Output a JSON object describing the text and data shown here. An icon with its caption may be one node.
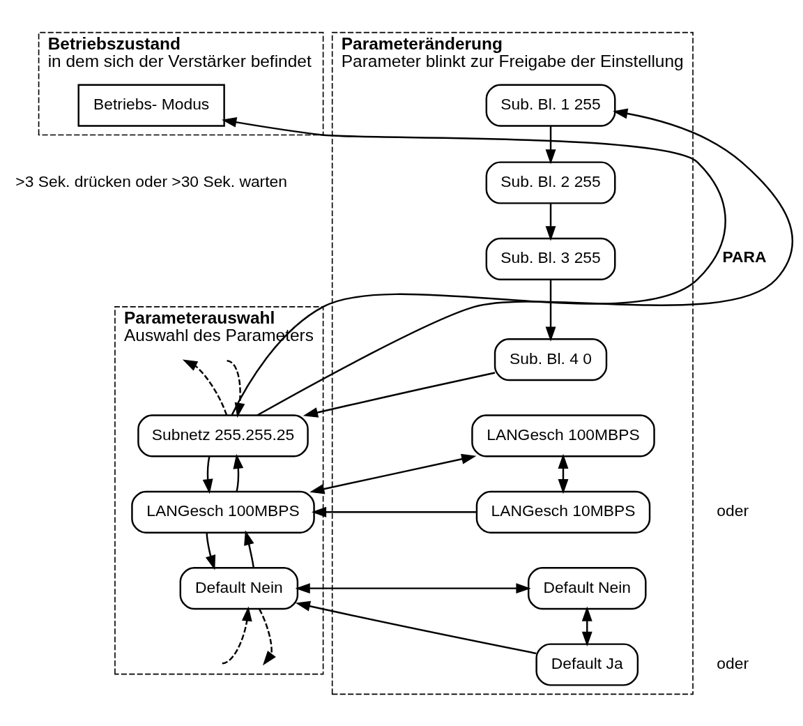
{
  "diagram": {
    "nodes": [
      {
        "text": [
          "Betriebszustand",
          "in dem sich der Verstärker befindet"
        ]
      },
      {
        "text": [
          "Parameterauswahl",
          "Auswahl des Parameters"
        ]
      },
      {
        "text": [
          "Parameteränderung",
          "Parameter blinkt zur Freigabe der Einstellung"
        ]
      },
      {
        "text": [
          "Betriebs- Modus"
        ],
        "in": 0
      },
      {
        "text": [
          "Subnetz 255.255.25"
        ],
        "in": 1
      },
      {
        "text": [
          "LANGesch 100MBPS"
        ],
        "in": 1
      },
      {
        "text": [
          "Default Nein"
        ],
        "in": 1
      },
      {
        "text": [
          "Sub. Bl. 1 255"
        ],
        "in": 2
      },
      {
        "text": [
          "Sub. Bl. 2 255"
        ],
        "in": 2
      },
      {
        "text": [
          "Sub. Bl. 3 255"
        ],
        "in": 2
      },
      {
        "text": [
          "Sub. Bl. 4 0"
        ],
        "in": 2
      },
      {
        "text": [
          "LANGesch 100MBPS"
        ],
        "in": 2
      },
      {
        "text": [
          "LANGesch 10MBPS"
        ],
        "in": 2
      },
      {
        "text": [
          "Default Nein"
        ],
        "in": 2
      },
      {
        "text": [
          "Default Ja"
        ],
        "in": 2
      }
    ],
    "edges": [
      {
        "from": 4,
        "to": 3,
        "arrow": "to",
        "label": "PARA"
      },
      {
        "from": 4,
        "to": null,
        "arrow": "to",
        "style": "dashed"
      },
      {
        "from": null,
        "to": 4,
        "arrow": "to",
        "style": "dashed"
      },
      {
        "from": 4,
        "to": 7,
        "arrow": "to"
      },
      {
        "from": 7,
        "to": 8,
        "arrow": "to"
      },
      {
        "from": 8,
        "to": 9,
        "arrow": "to"
      },
      {
        "from": 9,
        "to": 10,
        "arrow": "to"
      },
      {
        "from": 10,
        "to": 4,
        "arrow": "to"
      },
      {
        "from": 4,
        "to": 5,
        "arrow": "to"
      },
      {
        "from": 5,
        "to": 4,
        "arrow": "to"
      },
      {
        "from": 5,
        "to": 11,
        "arrow": "both"
      },
      {
        "from": 12,
        "to": 5,
        "arrow": "to"
      },
      {
        "from": 11,
        "to": 12,
        "arrow": "both"
      },
      {
        "from": 5,
        "to": 6,
        "arrow": "to"
      },
      {
        "from": 6,
        "to": 5,
        "arrow": "to"
      },
      {
        "from": 6,
        "to": 13,
        "arrow": "both"
      },
      {
        "from": 14,
        "to": 6,
        "arrow": "to"
      },
      {
        "from": 13,
        "to": 14,
        "arrow": "both"
      },
      {
        "from": null,
        "to": 6,
        "arrow": "to",
        "style": "dashed"
      },
      {
        "from": 6,
        "to": null,
        "arrow": "to",
        "style": "dashed"
      }
    ],
    "labels": [
      ">3 Sek. drücken oder >30 Sek. warten",
      "oder",
      "oder"
    ]
  }
}
